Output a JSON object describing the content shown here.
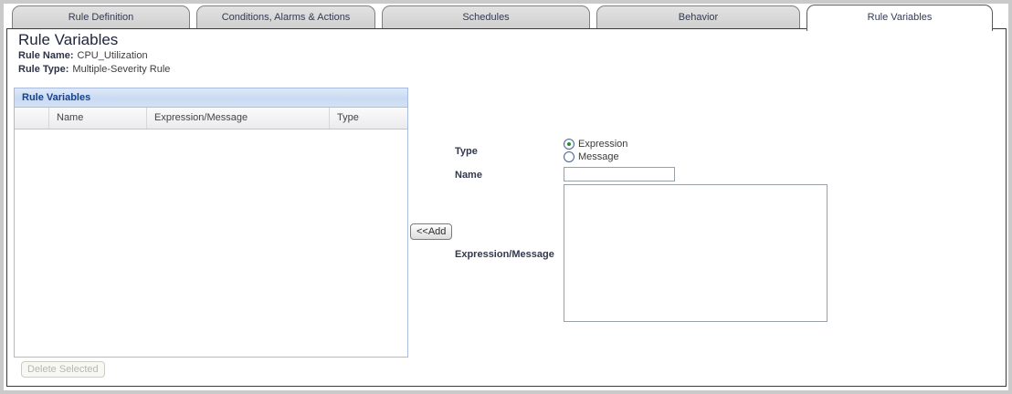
{
  "tabs": [
    {
      "label": "Rule Definition",
      "active": false
    },
    {
      "label": "Conditions, Alarms & Actions",
      "active": false
    },
    {
      "label": "Schedules",
      "active": false
    },
    {
      "label": "Behavior",
      "active": false
    },
    {
      "label": "Rule Variables",
      "active": true
    }
  ],
  "page": {
    "title": "Rule Variables",
    "rule_name_label": "Rule Name:",
    "rule_name_value": "CPU_Utilization",
    "rule_type_label": "Rule Type:",
    "rule_type_value": "Multiple-Severity Rule"
  },
  "table": {
    "title": "Rule Variables",
    "columns": [
      "Name",
      "Expression/Message",
      "Type"
    ],
    "rows": []
  },
  "buttons": {
    "delete_selected_label": "Delete Selected",
    "add_label": "<<Add"
  },
  "form": {
    "type_label": "Type",
    "type_options": [
      {
        "label": "Expression",
        "selected": true
      },
      {
        "label": "Message",
        "selected": false
      }
    ],
    "name_label": "Name",
    "name_value": "",
    "expression_label": "Expression/Message",
    "expression_value": ""
  },
  "colors": {
    "grid_title_text": "#15428b",
    "grid_border": "#a9bce0",
    "tab_inactive_fill": "#d6d6d6",
    "radio_selected_dot": "#2f8a2f",
    "panel_border": "#3a3a3a"
  }
}
